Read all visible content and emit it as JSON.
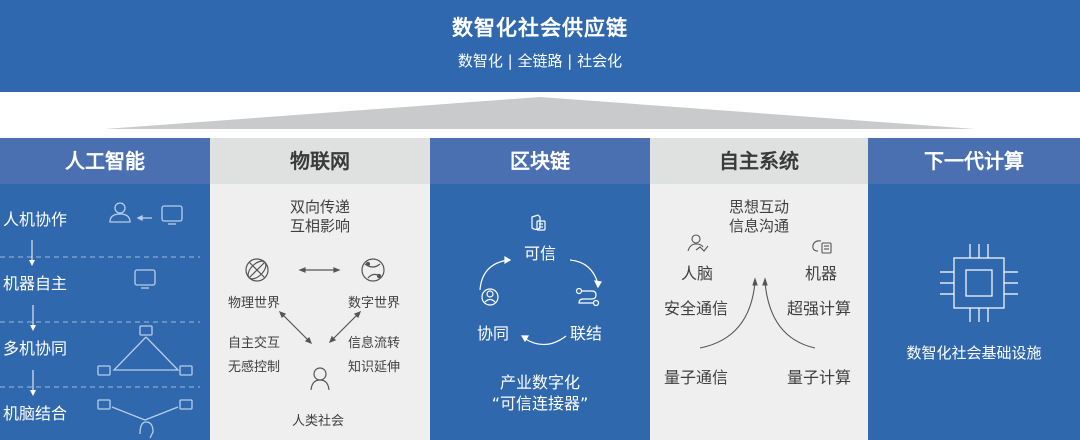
{
  "banner": {
    "title": "数智化社会供应链",
    "subtitle": "数智化 | 全链路 | 社会化"
  },
  "colors": {
    "blue_header": "#4a70b1",
    "blue_body": "#2f68ad",
    "gray_header": "#dfe0e0",
    "gray_body": "#efefef",
    "roof": "#c9cacb"
  },
  "columns": [
    {
      "title": "人工智能",
      "stages": [
        "人机协作",
        "机器自主",
        "多机协同",
        "机脑结合"
      ]
    },
    {
      "title": "物联网",
      "caption": [
        "双向传递",
        "互相影响"
      ],
      "nodes": {
        "physical": "物理世界",
        "digital": "数字世界",
        "society": "人类社会"
      },
      "left_notes": [
        "自主交互",
        "无感控制"
      ],
      "right_notes": [
        "信息流转",
        "知识延伸"
      ]
    },
    {
      "title": "区块链",
      "cycle": {
        "top": "可信",
        "right": "联结",
        "left": "协同"
      },
      "footer": [
        "产业数字化",
        "“可信连接器”"
      ]
    },
    {
      "title": "自主系统",
      "caption": [
        "思想互动",
        "信息沟通"
      ],
      "left": {
        "node": "人脑",
        "upper": "安全通信",
        "lower": "量子通信"
      },
      "right": {
        "node": "机器",
        "upper": "超强计算",
        "lower": "量子计算"
      }
    },
    {
      "title": "下一代计算",
      "caption": "数智化社会基础设施"
    }
  ]
}
